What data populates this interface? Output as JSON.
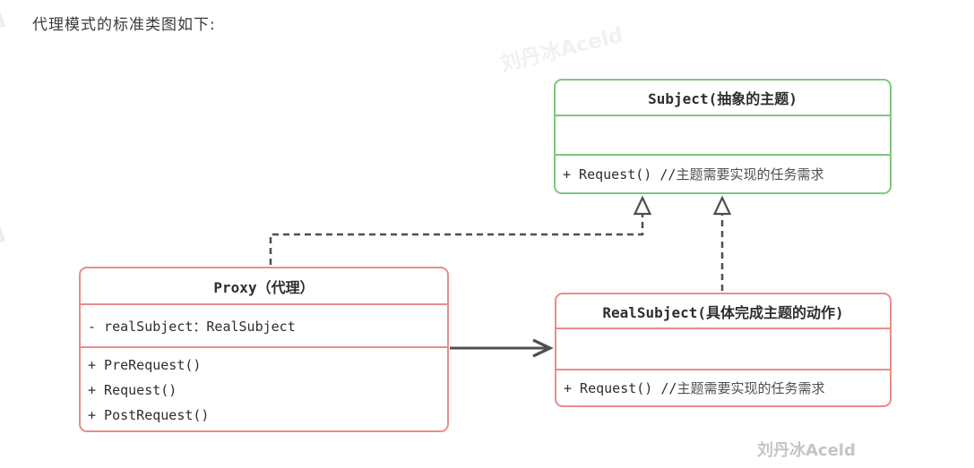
{
  "heading": "代理模式的标准类图如下:",
  "colors": {
    "subject_border": "#7dc77f",
    "proxy_border": "#e88d8c",
    "realsubject_border": "#e88d8c",
    "line": "#4f4f4f",
    "code_text": "#2e2e2e",
    "comment_text": "#4f4f4f",
    "watermark_light": "#ececec",
    "watermark_signature": "#c5c5c5"
  },
  "classes": {
    "subject": {
      "title": "Subject(抽象的主题)",
      "attributes": [],
      "methods": [
        {
          "code": "+ Request() //",
          "comment": "主题需要实现的任务需求"
        }
      ]
    },
    "proxy": {
      "title": "Proxy（代理）",
      "attributes": [
        {
          "code": "- realSubject：RealSubject"
        }
      ],
      "methods": [
        {
          "code": "+ PreRequest()"
        },
        {
          "code": "+ Request()"
        },
        {
          "code": "+ PostRequest()"
        }
      ]
    },
    "realsubject": {
      "title": "RealSubject(具体完成主题的动作)",
      "attributes": [],
      "methods": [
        {
          "code": "+ Request() //",
          "comment": "主题需要实现的任务需求"
        }
      ]
    }
  },
  "relations": [
    {
      "type": "realization",
      "from": "Proxy",
      "to": "Subject",
      "line": "dashed",
      "head": "hollow-triangle"
    },
    {
      "type": "realization",
      "from": "RealSubject",
      "to": "Subject",
      "line": "dashed",
      "head": "hollow-triangle"
    },
    {
      "type": "association",
      "from": "Proxy",
      "to": "RealSubject",
      "line": "solid",
      "head": "open-arrow"
    }
  ],
  "watermarks": {
    "tile_text": "刘丹冰Aceld",
    "signature": "刘丹冰Aceld"
  }
}
